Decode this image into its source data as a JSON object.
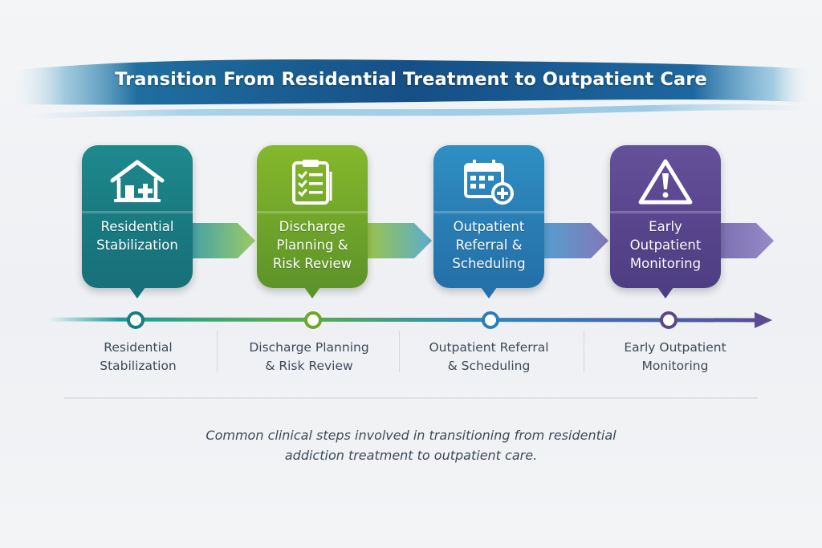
{
  "title": "Transition From Residential Treatment to Outpatient Care",
  "steps": [
    {
      "card_label": "Residential\nStabilization",
      "timeline_label": "Residential\nStabilization",
      "icon": "house-medical-icon",
      "color": "#1a7c82"
    },
    {
      "card_label": "Discharge\nPlanning &\nRisk Review",
      "timeline_label": "Discharge Planning\n& Risk Review",
      "icon": "clipboard-checklist-icon",
      "color": "#74a82a"
    },
    {
      "card_label": "Outpatient\nReferral &\nScheduling",
      "timeline_label": "Outpatient Referral\n& Scheduling",
      "icon": "calendar-plus-icon",
      "color": "#2a80b6"
    },
    {
      "card_label": "Early\nOutpatient\nMonitoring",
      "timeline_label": "Early Outpatient\nMonitoring",
      "icon": "warning-triangle-icon",
      "color": "#5a478f"
    }
  ],
  "caption": "Common clinical steps involved in transitioning from residential\naddiction treatment to outpatient care."
}
